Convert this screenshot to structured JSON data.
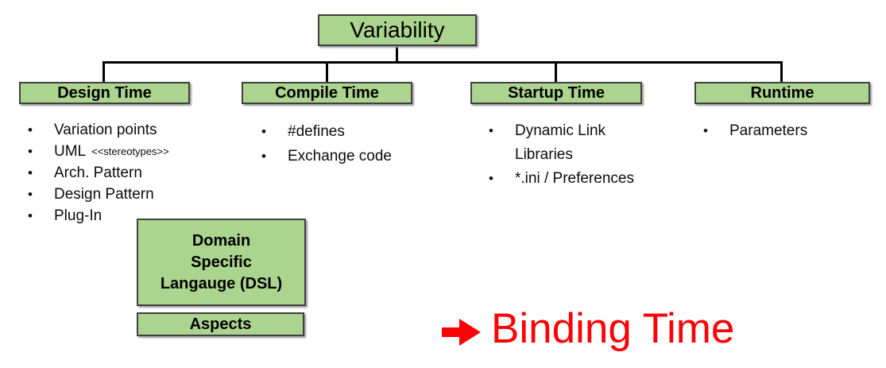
{
  "diagram": {
    "title_box": "Variability",
    "bullet": "•",
    "branches": {
      "design": {
        "label": "Design Time",
        "items": [
          "Variation points",
          "UML",
          "Arch. Pattern",
          "Design Pattern",
          "Plug-In"
        ],
        "uml_note": "<<stereotypes>>"
      },
      "compile": {
        "label": "Compile Time",
        "items": [
          "#defines",
          "Exchange code"
        ]
      },
      "startup": {
        "label": "Startup Time",
        "items": [
          "Dynamic Link Libraries",
          "*.ini / Preferences"
        ]
      },
      "runtime": {
        "label": "Runtime",
        "items": [
          "Parameters"
        ]
      }
    },
    "extra_boxes": {
      "dsl": {
        "lines": [
          "Domain",
          "Specific",
          "Langauge (DSL)"
        ]
      },
      "aspects": {
        "label": "Aspects"
      }
    },
    "annotation": {
      "text": "Binding Time"
    },
    "colors": {
      "box_fill": "#abd48e",
      "box_border": "#404040",
      "connector": "#000000",
      "annotation_red": "#fb0207",
      "background": "#ffffff"
    }
  }
}
